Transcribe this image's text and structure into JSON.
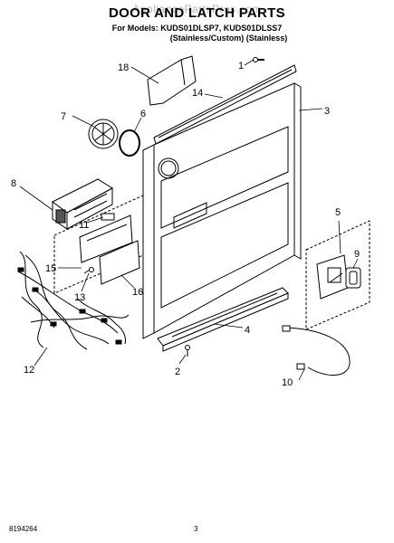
{
  "watermark": "AppliancePartsPros.com",
  "title": "DOOR AND LATCH PARTS",
  "models_line": "For Models: KUDS01DLSP7, KUDS01DLSS7",
  "models_sub": "(Stainless/Custom)    (Stainless)",
  "footer": {
    "doc_id": "8194264",
    "page_number": "3"
  },
  "callouts": [
    "1",
    "2",
    "3",
    "4",
    "5",
    "6",
    "7",
    "8",
    "9",
    "10",
    "11",
    "12",
    "13",
    "14",
    "15",
    "16",
    "18"
  ]
}
